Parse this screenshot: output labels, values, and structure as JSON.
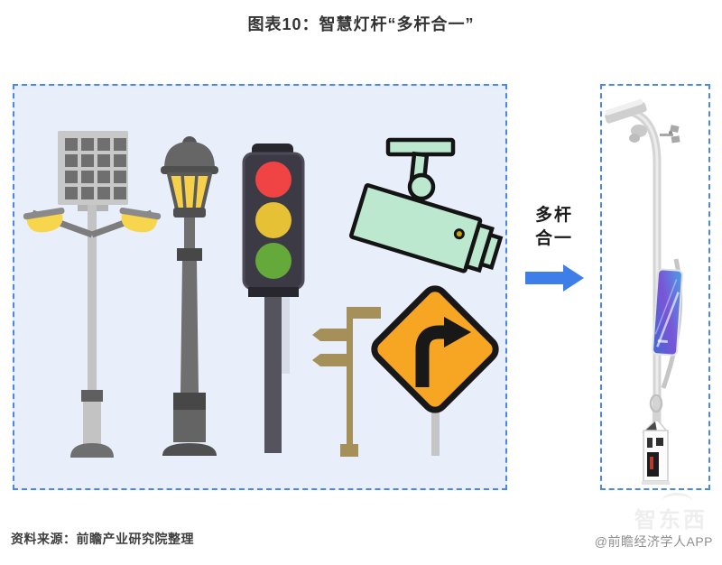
{
  "title": "图表10：智慧灯杆“多杆合一”",
  "merge": {
    "label_line1": "多杆",
    "label_line2": "合一"
  },
  "left_box_items": [
    "solar-street-light",
    "classic-lamp-post",
    "traffic-light",
    "cctv-camera",
    "road-signpost",
    "turn-right-warning-sign"
  ],
  "right_box_item": "smart-multi-function-pole",
  "footer": {
    "source": "资料来源：前瞻产业研究院整理",
    "credit": "@前瞻经济学人APP",
    "watermark": "智东西"
  },
  "colors": {
    "box_border_blue": "#4a86f0",
    "left_box_fill": "#e9eefb",
    "arrow_blue": "#3d7ee8",
    "warning_sign_orange": "#f6a623",
    "camera_mint": "#bce8cf",
    "signpost_khaki": "#a6905a",
    "traffic_red": "#f04343",
    "traffic_yellow": "#e6c136",
    "traffic_green": "#64a93a",
    "lamp_yellow": "#f6d04b"
  }
}
